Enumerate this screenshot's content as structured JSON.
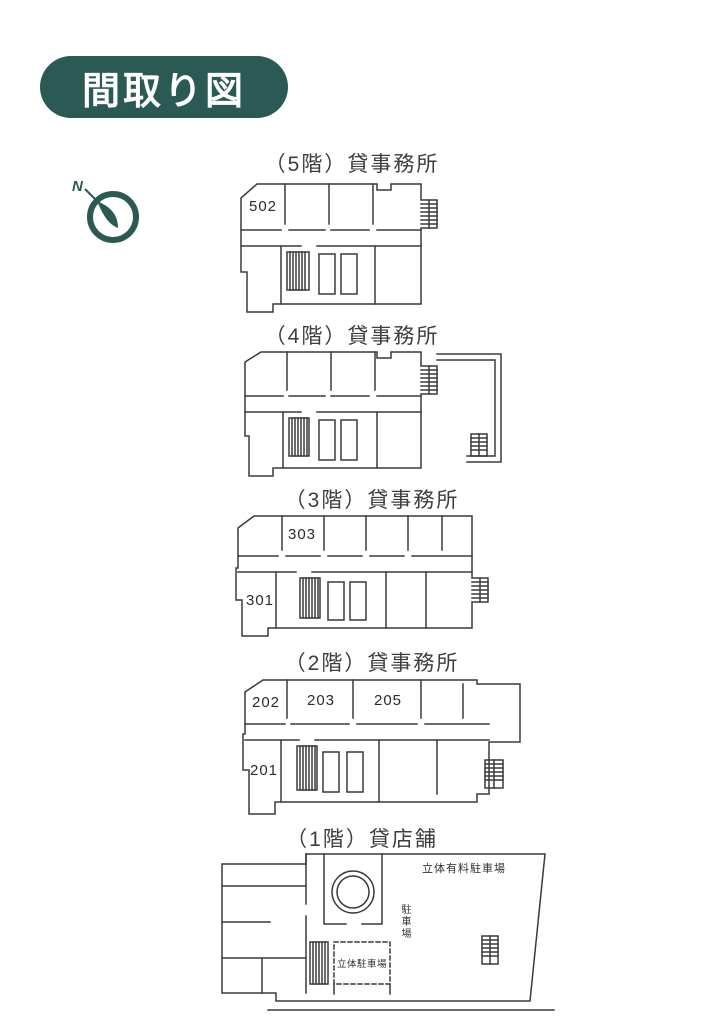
{
  "page": {
    "background_color": "#ffffff",
    "accent_color": "#2b5a54",
    "line_color": "#333333"
  },
  "header": {
    "badge_label": "間取り図"
  },
  "compass": {
    "north_label": "N"
  },
  "floors": [
    {
      "title": "（5階）貸事務所",
      "rooms": [
        "502"
      ]
    },
    {
      "title": "（4階）貸事務所",
      "rooms": []
    },
    {
      "title": "（3階）貸事務所",
      "rooms": [
        "303",
        "301"
      ]
    },
    {
      "title": "（2階）貸事務所",
      "rooms": [
        "202",
        "203",
        "205",
        "201"
      ]
    },
    {
      "title": "（1階）貸店舗",
      "rooms": [],
      "annotations": [
        "立体有料駐車場",
        "駐車場",
        "立体駐車場"
      ]
    }
  ]
}
